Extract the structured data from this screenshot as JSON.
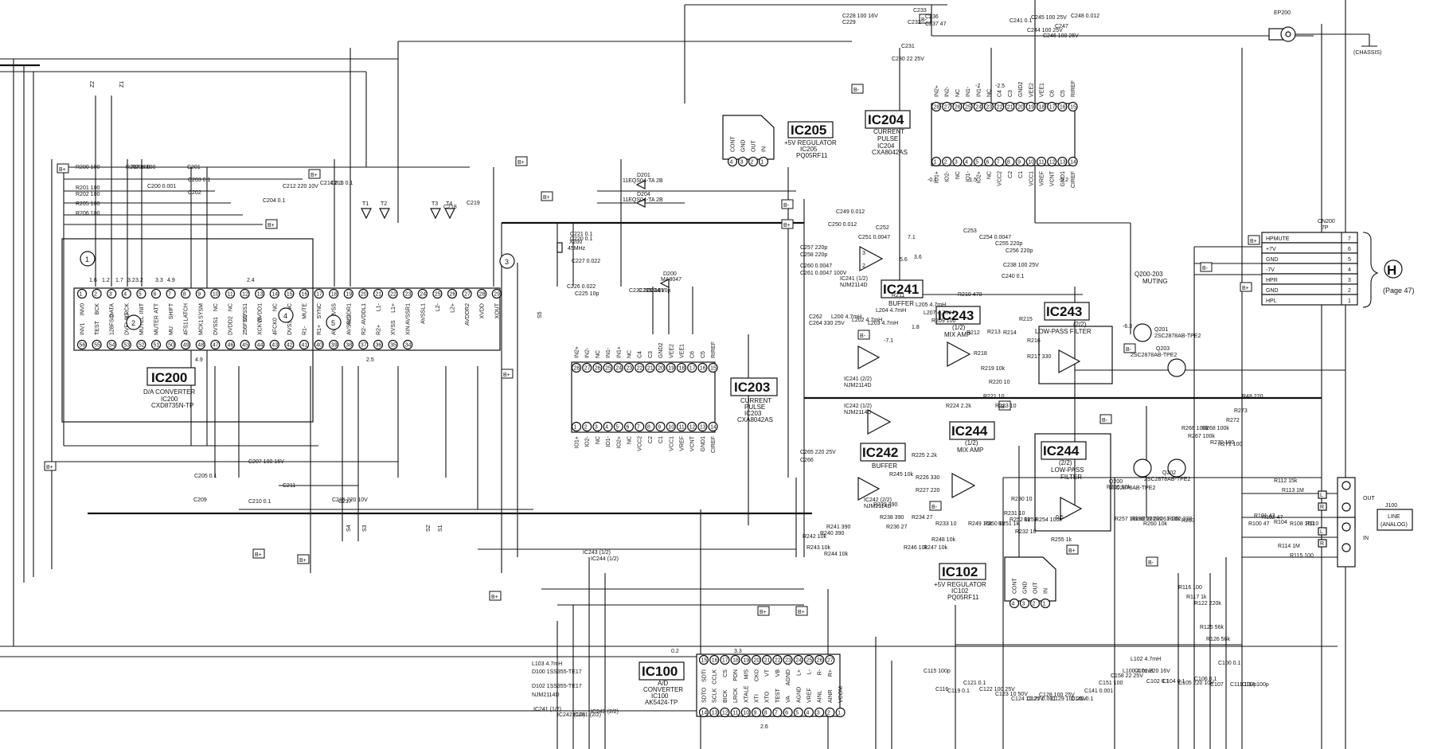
{
  "ics": [
    {
      "id": "IC200",
      "lines": [
        "D/A CONVERTER",
        "IC200",
        "CXD8735N-TP"
      ]
    },
    {
      "id": "IC203",
      "lines": [
        "CURRENT",
        "PULSE",
        "IC203",
        "CXA8042AS"
      ]
    },
    {
      "id": "IC204",
      "lines": [
        "CURRENT",
        "PULSE",
        "IC204",
        "CXA8042AS"
      ]
    },
    {
      "id": "IC205",
      "lines": [
        "+5V REGULATOR",
        "IC205",
        "PQ05RF11"
      ]
    },
    {
      "id": "IC241",
      "lines": [
        "BUFFER"
      ]
    },
    {
      "id": "IC242",
      "lines": [
        "BUFFER"
      ]
    },
    {
      "id": "IC243",
      "lines": [
        "(1/2)",
        "MIX AMP"
      ]
    },
    {
      "id": "IC244",
      "lines": [
        "(1/2)",
        "MIX AMP"
      ]
    },
    {
      "id": "IC100",
      "lines": [
        "A/D",
        "CONVERTER",
        "IC100",
        "AK5424-TP"
      ]
    },
    {
      "id": "IC102",
      "lines": [
        "+5V REGULATOR",
        "IC102",
        "PQ05RF11"
      ]
    }
  ],
  "ic243b": {
    "title": "IC243",
    "lines": [
      "(2/2)",
      "LOW-PASS FILTER"
    ]
  },
  "ic244b": {
    "title": "IC244",
    "lines": [
      "(2/2)",
      "LOW-PASS",
      "FILTER"
    ]
  },
  "ic200_pins_top": [
    "INV0",
    "BCK",
    "DATA",
    "LRCK",
    "INIT",
    "ATT",
    "SHIFT",
    "LATCH",
    "SYSM",
    "NC",
    "NC",
    "DVSS1",
    "DVDD1",
    "NC",
    "NC",
    "MUTE",
    "SYNC",
    "XVSS",
    "AVDDR1",
    "AVDDL1",
    "L1-",
    "L1+",
    "AVSSR1",
    "AVSSL1",
    "L2-",
    "L2+",
    "AVDDR2",
    "XVDD",
    "XOUT"
  ],
  "ic200_pins_bot": [
    "INV1",
    "TEST",
    "128FSO",
    "DVFLAG",
    "MUTEL",
    "MUTER",
    "MU",
    "4FS1",
    "MCK1",
    "DVSS1",
    "DVDD2",
    "256FSO",
    "XCKV0",
    "4FCK0",
    "DVSS2",
    "R1-",
    "R1+",
    "AVSSR2",
    "AVSSL2",
    "R2-",
    "R2+",
    "XVSS",
    "XIN"
  ],
  "ic203_pins_top": [
    "IN2+",
    "IN2-",
    "NC",
    "IN1-",
    "IN1+",
    "NC",
    "C4",
    "C3",
    "GND2",
    "VEE2",
    "VEE1",
    "C6",
    "C5",
    "RIREF"
  ],
  "ic203_pins_bot": [
    "IO1+",
    "IO2-",
    "NC",
    "IO1-",
    "IO2+",
    "NC",
    "VCC2",
    "C2",
    "C1",
    "VCC1",
    "VREF",
    "VCNT",
    "GND1",
    "CIREF"
  ],
  "ic100_pins_top": [
    "SDTI",
    "CCLK",
    "CS",
    "PDN",
    "M/S",
    "CKO",
    "VT",
    "VB",
    "AGND",
    "L+",
    "L-",
    "R-",
    "R+"
  ],
  "ic100_pins_bot": [
    "SDTO",
    "SCLK",
    "BICK",
    "LRCK",
    "XTALE",
    "XTI",
    "XTO",
    "TEST",
    "VA",
    "AGND",
    "VREF",
    "AINL",
    "AINR",
    "VCOM"
  ],
  "ic205_pins": [
    "CONT",
    "GND",
    "OUT",
    "IN"
  ],
  "ic102_pins": [
    "CONT",
    "GND",
    "OUT",
    "IN"
  ],
  "connector": {
    "ref": "CN200",
    "pins": "7P",
    "rows": [
      {
        "label": "HPMUTE",
        "num": "7"
      },
      {
        "label": "+7V",
        "num": "6"
      },
      {
        "label": "GND",
        "num": "5"
      },
      {
        "label": "-7V",
        "num": "4"
      },
      {
        "label": "HPR",
        "num": "3"
      },
      {
        "label": "GND",
        "num": "2"
      },
      {
        "label": "HPL",
        "num": "1"
      }
    ],
    "page_letter": "H",
    "page_ref": "(Page 47)"
  },
  "jack": {
    "ref": "J100",
    "lines": [
      "LINE",
      "(ANALOG)"
    ],
    "out": "OUT",
    "in": "IN",
    "ch_l": "L",
    "ch_r": "R"
  },
  "ep200": {
    "ref": "EP200",
    "chassis": "(CHASSIS)"
  },
  "muting": {
    "lines": [
      "Q200-203",
      "MUTING"
    ]
  },
  "transistors": [
    {
      "ref": "Q201",
      "part": "2SC2878AB-TPE2"
    },
    {
      "ref": "Q203",
      "part": "2SC2878AB-TPE2"
    },
    {
      "ref": "Q200",
      "part": "2SC2878AB-TPE2"
    },
    {
      "ref": "Q202",
      "part": "2SC2878AB-TPE2"
    }
  ],
  "crystal": {
    "ref": "X200",
    "value": "45MHz"
  },
  "diodes": [
    {
      "ref": "D201",
      "part": "11EQS04-TA 2B"
    },
    {
      "ref": "D204",
      "part": "11EQS04-TA 2B"
    },
    {
      "ref": "D200",
      "part": "MA8047"
    }
  ],
  "circled_numbers": [
    "1",
    "2",
    "3",
    "4",
    "5"
  ],
  "supply_tags": [
    "B+",
    "B-"
  ],
  "test_points": [
    "T1",
    "T2",
    "T3",
    "T4"
  ],
  "voltage_labels": [
    "1.6",
    "1.2",
    "1.7",
    "3.2",
    "3.2",
    "3.3",
    "4.9",
    "4.9",
    "2.4",
    "2.5",
    "-7.1",
    "7.1",
    "-6.3",
    "5.6",
    "3.6",
    "1.8",
    "0.2",
    "3.3",
    "2.6",
    "-0.1",
    "-1.5",
    "-5.2",
    "-2.5",
    "-7",
    "0.5"
  ],
  "components": [
    "R200 100",
    "R201 100",
    "R202 100",
    "R205 100",
    "R206 100",
    "R207 100",
    "R208 100",
    "C200 0.001",
    "C201",
    "C202",
    "C203 0.1",
    "C204 0.1",
    "C205 0.1",
    "C207 100 16V",
    "C209",
    "C210 0.1",
    "C211",
    "C212 220 10V",
    "C213 0.1",
    "C214 0.1",
    "C215 220 10V",
    "C217",
    "C218",
    "C219",
    "C220 0.1",
    "C221 0.1",
    "C222 220 10V",
    "C223 0.1",
    "C224 10p",
    "C225 10p",
    "C226 0.022",
    "C227 0.022",
    "C228 100 16V",
    "C229",
    "C230 22 25V",
    "C231",
    "C232",
    "C233",
    "C236",
    "C237 47",
    "C238 100 25V",
    "C240 0.1",
    "C241 0.1",
    "C244 100 25V",
    "C245 100 25V",
    "C246 100 25V",
    "C247",
    "C248 0.012",
    "C249 0.012",
    "C250 0.012",
    "C251 0.0047",
    "C252",
    "C253",
    "C254 0.0047",
    "C255 220p",
    "C256 220p",
    "C257 220p",
    "C258 220p",
    "C260 0.0047",
    "C261 0.0047 100V",
    "C262",
    "C264 330 25V",
    "C265 220 25V",
    "C266",
    "L200 4.7mH",
    "L202 4.7mH",
    "L203 4.7mH",
    "L204 4.7mH",
    "L205 4.7mH",
    "L207 4.7mH",
    "R209 100",
    "R210 470",
    "R211",
    "R212",
    "R213",
    "R214",
    "R215",
    "R216",
    "R217 330",
    "R218",
    "R219 10k",
    "R220 10",
    "R221 10",
    "R223 10",
    "R224 2.2k",
    "R225 2.2k",
    "R226 330",
    "R227 220",
    "R230 10",
    "R231 10",
    "R232 10",
    "R233 10",
    "R234 27",
    "R236 27",
    "R238 390",
    "R239 390",
    "R240 390",
    "R241 390",
    "R242 10k",
    "R243 10k",
    "R244 10k",
    "R245 10k",
    "R246 10k",
    "R247 10k",
    "R248 10k",
    "R249 10k",
    "R250 1k",
    "R251 1k",
    "R252 1k",
    "R253",
    "R254 100k",
    "R255 1k",
    "R256 10k",
    "R257 10k",
    "R258 220",
    "R259 220",
    "R260 10k",
    "R261 10k",
    "R262 220",
    "R263",
    "R266 100k",
    "R267 100k",
    "R268 100k",
    "R270 100",
    "R271 100",
    "R272",
    "R273",
    "R48 220",
    "R100 47",
    "R101 47",
    "R102 47",
    "R104",
    "R108 100",
    "R110",
    "R112 15k",
    "R113 1M",
    "R114 1M",
    "R115 100",
    "R116 100",
    "R117 1k",
    "R122 220k",
    "R125 56k",
    "R126 56k",
    "C100 0.1",
    "C101 220 16V",
    "C102 0.1",
    "C104 0.1",
    "C105 220 10V",
    "C106 0.1",
    "C107",
    "C111 100p",
    "C114 100p",
    "C115 100p",
    "C116",
    "C119 0.1",
    "C121 0.1",
    "C122 100 25V",
    "C123 10 50V",
    "C124 10 25V",
    "C127 0.001",
    "C128 100 25V",
    "C129 100 25V",
    "C140 0.1",
    "C141 0.001",
    "C151 100",
    "C158 22 25V",
    "L100 4.7mH",
    "L102 4.7mH",
    "L103 4.7mH",
    "D100 1SS355-TE17",
    "D102 1SS355-TE17",
    "NJM2114D",
    "IC241 (1/2)",
    "IC242 (1/2)",
    "IC241 (2/2)",
    "IC242 (2/2)",
    "IC243 (1/2)",
    "IC244 (1/2)"
  ],
  "signals": [
    "Z2",
    "Z1",
    "S4",
    "S3",
    "S2",
    "S1",
    "S5"
  ]
}
